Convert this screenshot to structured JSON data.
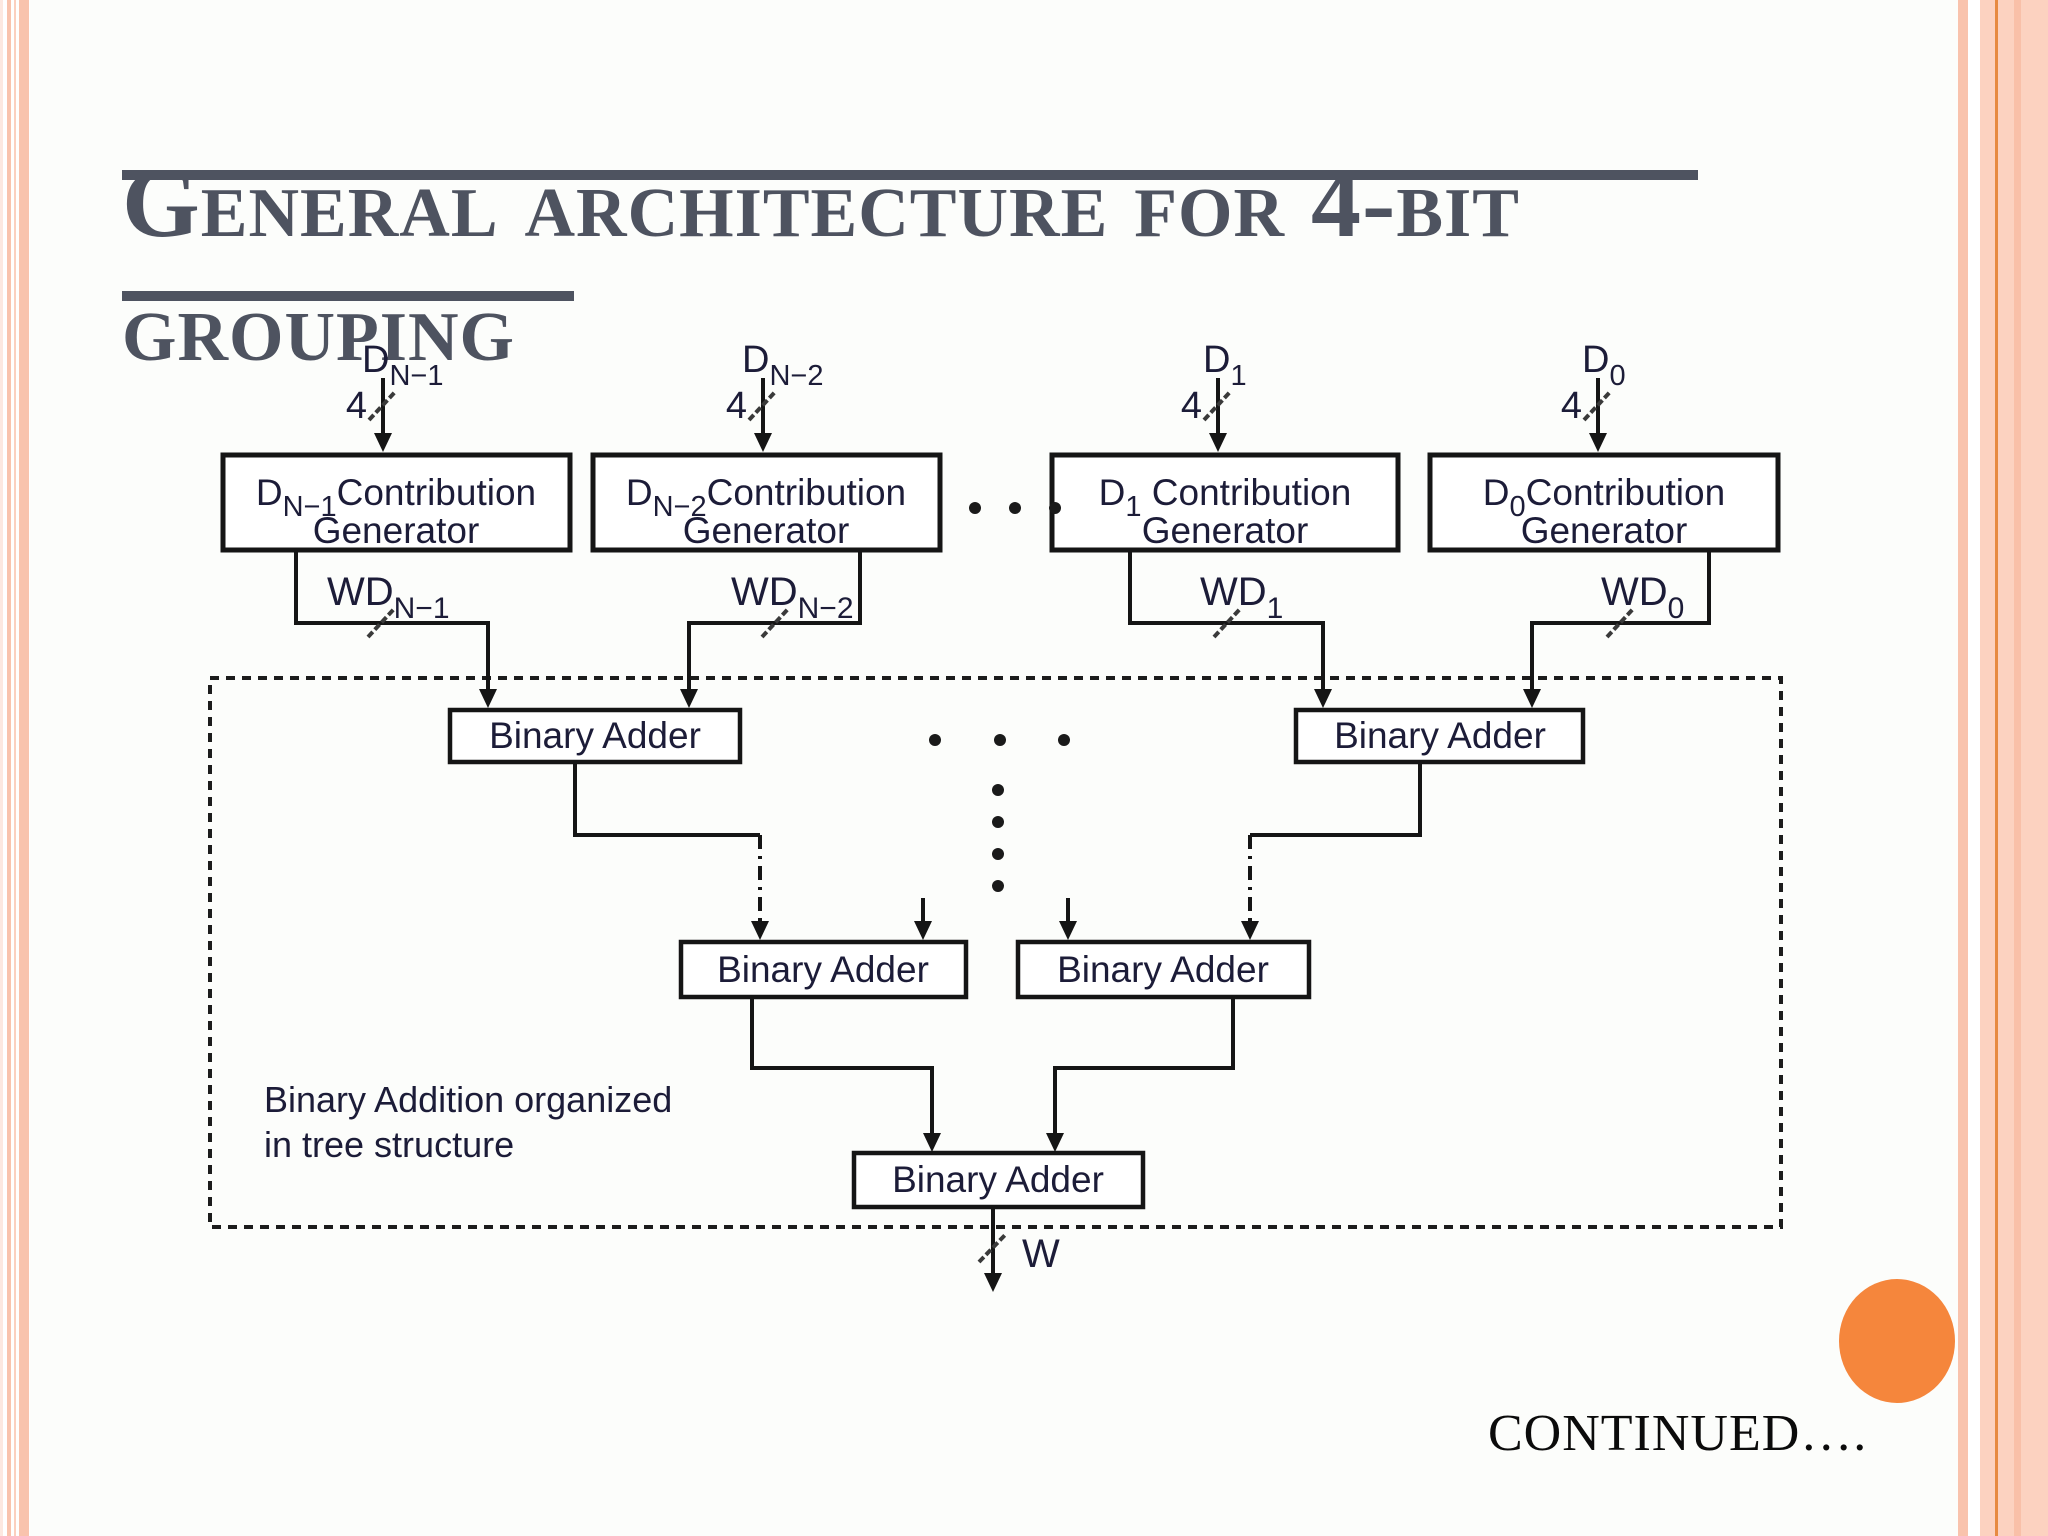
{
  "slide": {
    "title_line1": "General architecture for 4-bit",
    "title_line2": "grouping",
    "continued": "CONTINUED….",
    "colors": {
      "title_gray": "#4e5360",
      "accent_circle_orange": "#f5863c",
      "border_pink": "#f9c3ad",
      "border_pink_light": "#fcd2c0",
      "border_orange_line": "#e78a41",
      "diagram_ink": "#151515"
    }
  },
  "diagram": {
    "inputs": [
      {
        "main": "D",
        "sub": "N−1",
        "bus_width": "4"
      },
      {
        "main": "D",
        "sub": "N−2",
        "bus_width": "4"
      },
      {
        "main": "D",
        "sub": "1",
        "bus_width": "4"
      },
      {
        "main": "D",
        "sub": "0",
        "bus_width": "4"
      }
    ],
    "contribution_generators": [
      {
        "prefix": "D",
        "sub": "N−1",
        "rest": "Contribution",
        "line2": "Generator"
      },
      {
        "prefix": "D",
        "sub": "N−2",
        "rest": "Contribution",
        "line2": "Generator"
      },
      {
        "prefix": "D",
        "sub": "1",
        "rest": " Contribution",
        "line2": "Generator"
      },
      {
        "prefix": "D",
        "sub": "0",
        "rest": "Contribution",
        "line2": "Generator"
      }
    ],
    "wd_outputs": [
      {
        "main": "WD",
        "sub": "N−1"
      },
      {
        "main": "WD",
        "sub": "N−2"
      },
      {
        "main": "WD",
        "sub": "1"
      },
      {
        "main": "WD",
        "sub": "0"
      }
    ],
    "adder_label": "Binary Adder",
    "tree_note_line1": "Binary Addition organized",
    "tree_note_line2": "in tree structure",
    "output_label": "W"
  }
}
